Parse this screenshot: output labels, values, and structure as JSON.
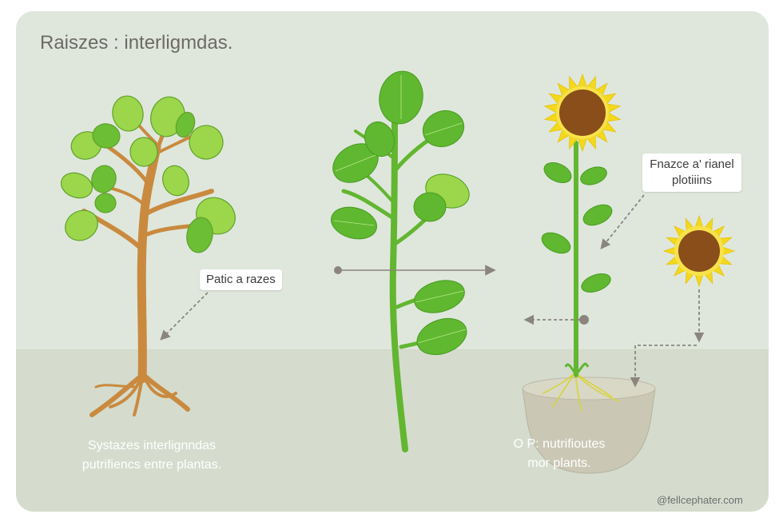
{
  "title": "Raiszes : interligmdas.",
  "callouts": {
    "left": "Patic a razes",
    "right_line1": "Fnazce a' rianel",
    "right_line2": "plotiiins"
  },
  "captions": {
    "left_line1": "Systazes interlignndas",
    "left_line2": "putrifiencs entre plantas.",
    "right_line1": "O P: nutrifioutes",
    "right_line2": "mor plants."
  },
  "watermark": "@fellcephater.com",
  "colors": {
    "background": "#dfe7dc",
    "ground": "#d5dccd",
    "trunk": "#c98a3f",
    "leaf_light": "#9cd64a",
    "leaf_dark": "#5fb830",
    "stem": "#62b630",
    "sunflower_petal": "#f3d81c",
    "sunflower_center": "#8a4e1a",
    "pot": "#c9c7b6",
    "arrow": "#8b857d"
  },
  "icons": [
    "tree-illustration",
    "leafy-stem-illustration",
    "potted-sunflower-illustration",
    "sunflower-head-illustration"
  ]
}
